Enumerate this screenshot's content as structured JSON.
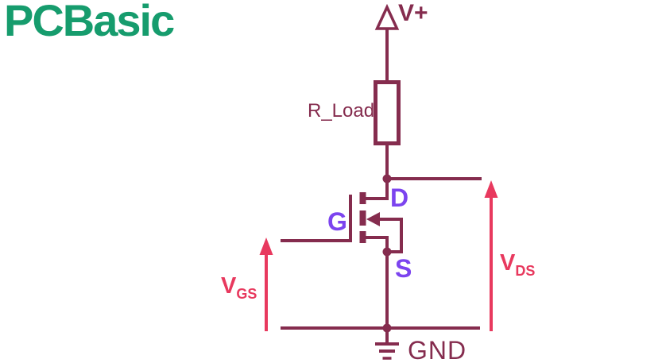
{
  "logo": {
    "text": "PCBasic",
    "color": "#169C6D"
  },
  "diagram": {
    "type": "circuit-schematic",
    "description": "N-channel enhancement MOSFET low-side switch with resistive load",
    "colors": {
      "wire": "#852C4E",
      "measurement_annotation": "#E8395E",
      "terminal_label": "#7C44EF",
      "background": "#FFFFFF"
    },
    "labels": {
      "supply": "V+",
      "resistor": "R_Load",
      "drain": "D",
      "gate": "G",
      "source": "S",
      "ground": "GND",
      "vgs": {
        "base": "V",
        "sub": "GS"
      },
      "vds": {
        "base": "V",
        "sub": "DS"
      }
    }
  }
}
